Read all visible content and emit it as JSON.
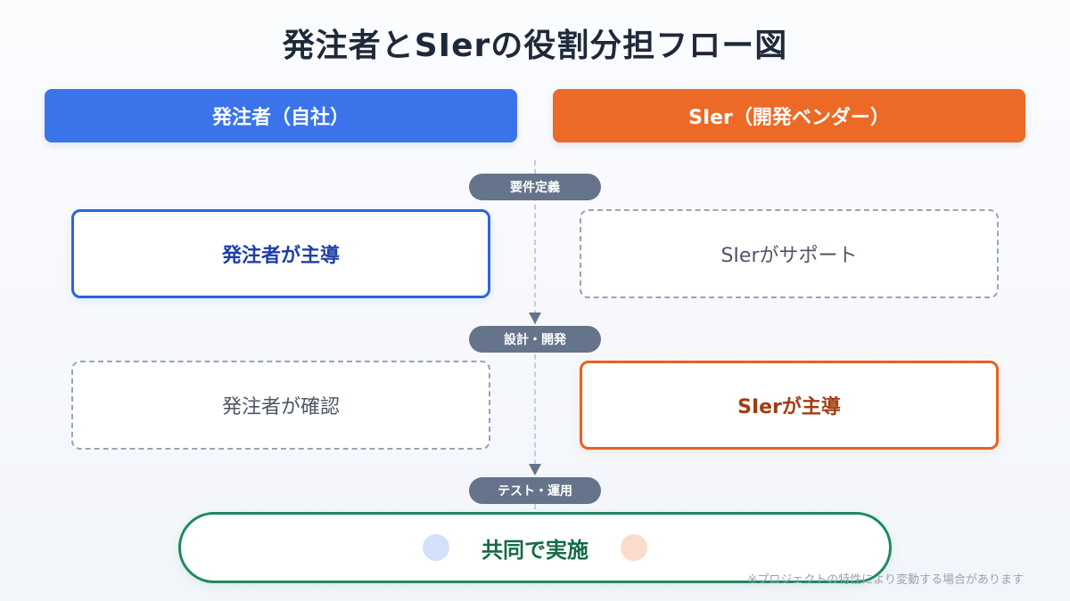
{
  "title": "発注者とSIerの役割分担フロー図",
  "columns": {
    "left": "発注者（自社）",
    "right": "SIer（開発ベンダー）"
  },
  "phases": [
    {
      "label": "要件定義",
      "left": "発注者が主導",
      "right": "SIerがサポート",
      "lead": "left"
    },
    {
      "label": "設計・開発",
      "left": "発注者が確認",
      "right": "SIerが主導",
      "lead": "right"
    },
    {
      "label": "テスト・運用",
      "joint": "共同で実施"
    }
  ],
  "note": "※プロジェクトの特性により変動する場合があります",
  "colors": {
    "client": "#3b73ea",
    "vendor": "#ec6a26",
    "joint": "#1f8a5e",
    "phase_badge": "#65748a"
  }
}
